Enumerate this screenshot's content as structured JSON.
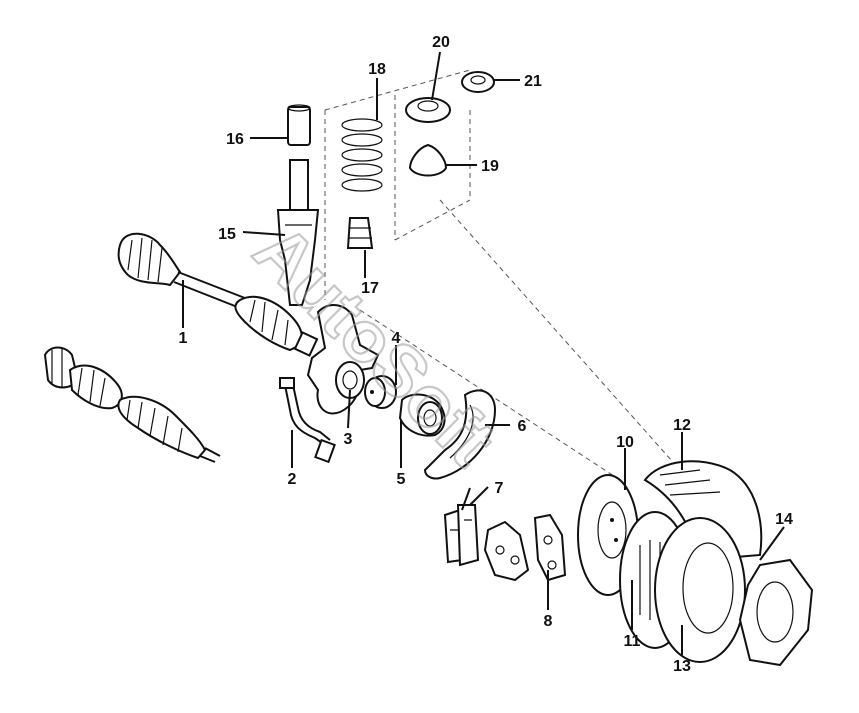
{
  "watermark": "AutoSoft",
  "callouts": [
    {
      "id": "1",
      "name": "callout-1"
    },
    {
      "id": "2",
      "name": "callout-2"
    },
    {
      "id": "3",
      "name": "callout-3"
    },
    {
      "id": "4",
      "name": "callout-4"
    },
    {
      "id": "5",
      "name": "callout-5"
    },
    {
      "id": "6",
      "name": "callout-6"
    },
    {
      "id": "7",
      "name": "callout-7"
    },
    {
      "id": "8",
      "name": "callout-8"
    },
    {
      "id": "10",
      "name": "callout-10"
    },
    {
      "id": "11",
      "name": "callout-11"
    },
    {
      "id": "12",
      "name": "callout-12"
    },
    {
      "id": "13",
      "name": "callout-13"
    },
    {
      "id": "14",
      "name": "callout-14"
    },
    {
      "id": "15",
      "name": "callout-15"
    },
    {
      "id": "16",
      "name": "callout-16"
    },
    {
      "id": "17",
      "name": "callout-17"
    },
    {
      "id": "18",
      "name": "callout-18"
    },
    {
      "id": "19",
      "name": "callout-19"
    },
    {
      "id": "20",
      "name": "callout-20"
    },
    {
      "id": "21",
      "name": "callout-21"
    }
  ]
}
